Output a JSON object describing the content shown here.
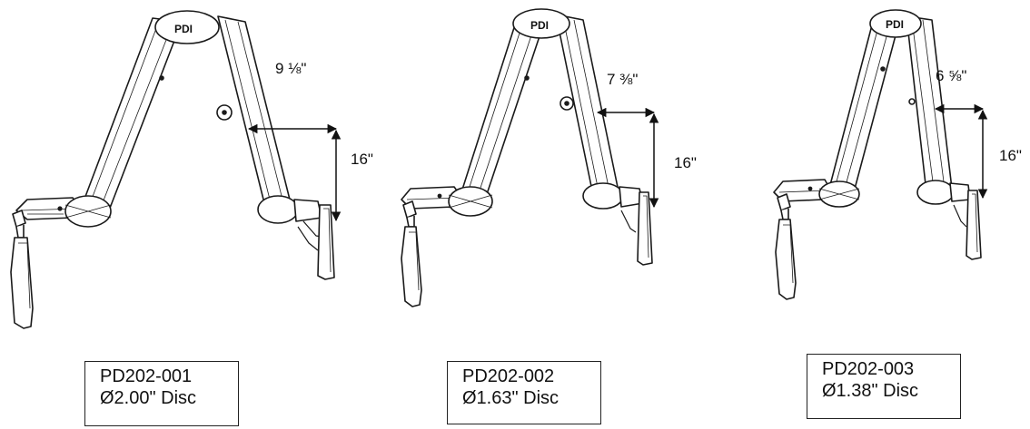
{
  "arms": [
    {
      "logo": "PDI",
      "reach": "9 ⅛\"",
      "height": "16\"",
      "model": "PD202-001",
      "disc": "Ø2.00\" Disc"
    },
    {
      "logo": "PDI",
      "reach": "7 ⅜\"",
      "height": "16\"",
      "model": "PD202-002",
      "disc": "Ø1.63\" Disc"
    },
    {
      "logo": "PDI",
      "reach": "6 ⅝\"",
      "height": "16\"",
      "model": "PD202-003",
      "disc": "Ø1.38\" Disc"
    }
  ],
  "colors": {
    "line": "#1a1a1a",
    "fill": "#ffffff"
  }
}
